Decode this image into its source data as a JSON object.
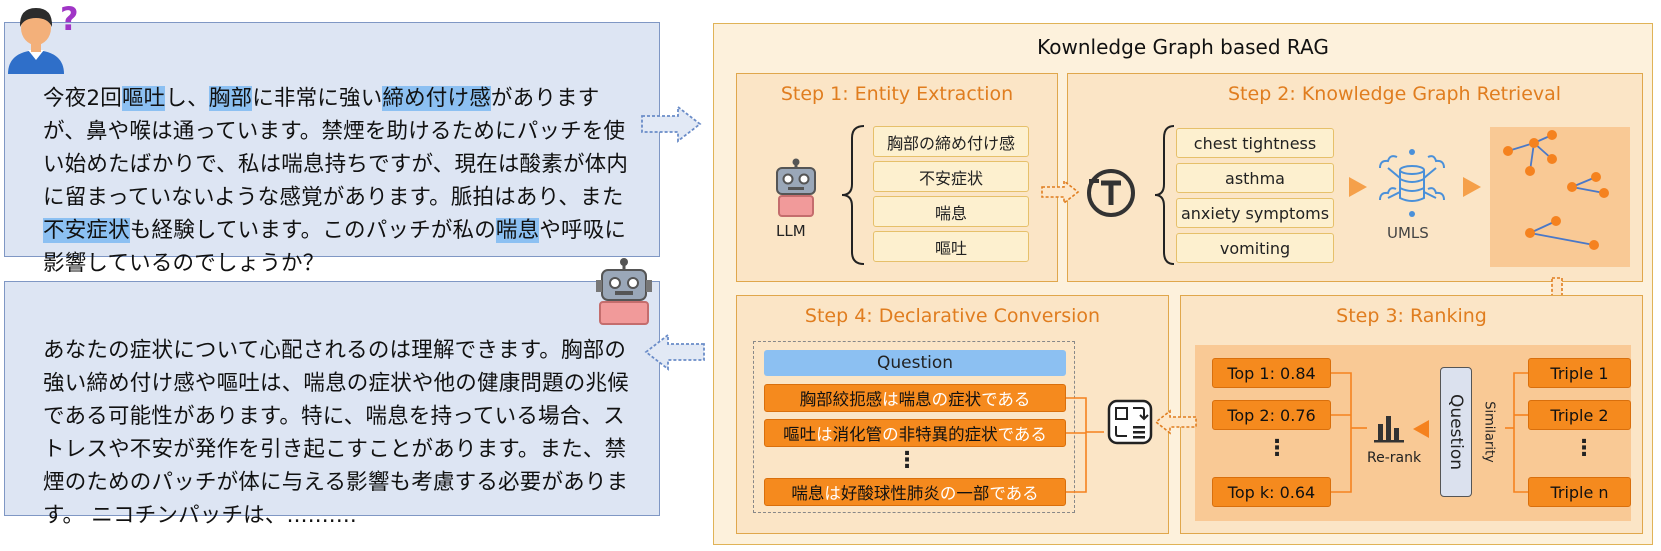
{
  "question": {
    "lines": [
      [
        [
          "今夜2回",
          false
        ],
        [
          "嘔吐",
          true
        ],
        [
          "し、",
          false
        ],
        [
          "胸部",
          true
        ],
        [
          "に非常に強い",
          false
        ],
        [
          "締め付け感",
          true
        ],
        [
          "があります",
          false
        ]
      ],
      [
        [
          "が、鼻や喉は通っています。禁煙を助けるためにパッチを使",
          false
        ]
      ],
      [
        [
          "い始めたばかりで、私は喘息持ちですが、現在は酸素が体内",
          false
        ]
      ],
      [
        [
          "に留まっていないような感覚があります。脈拍はあり、また",
          false
        ]
      ],
      [
        [
          "不安症状",
          true
        ],
        [
          "も経験しています。このパッチが私の",
          false
        ],
        [
          "喘息",
          true
        ],
        [
          "や呼吸に",
          false
        ]
      ],
      [
        [
          "影響しているのでしょうか？",
          false
        ]
      ]
    ]
  },
  "answer": {
    "lines": [
      "あなたの症状について心配されるのは理解できます。胸部の",
      "強い締め付け感や嘔吐は、喘息の症状や他の健康問題の兆候",
      "である可能性があります。特に、喘息を持っている場合、ス",
      "トレスや不安が発作を引き起こすことがあります。また、禁",
      "煙のためのパッチが体に与える影響も考慮する必要がありま",
      "す。 ニコチンパッチは、.........."
    ]
  },
  "title": "Kownledge Graph based RAG",
  "step1": {
    "title": "Step 1: Entity Extraction",
    "llm_label": "LLM",
    "entities": [
      "胸部の締め付け感",
      "不安症状",
      "喘息",
      "嘔吐"
    ]
  },
  "step2": {
    "title": "Step 2: Knowledge Graph Retrieval",
    "entities": [
      "chest tightness",
      "asthma",
      "anxiety symptoms",
      "vomiting"
    ],
    "db_label": "UMLS"
  },
  "step3": {
    "title": "Step 3: Ranking",
    "tops": [
      "Top 1: 0.84",
      "Top 2: 0.76",
      "⋮",
      "Top k: 0.64"
    ],
    "rerank_label": "Re-rank",
    "question_label": "Question",
    "similarity_label": "Similarity",
    "triples": [
      "Triple 1",
      "Triple 2",
      "⋮",
      "Triple n"
    ]
  },
  "step4": {
    "title": "Step 4: Declarative Conversion",
    "question_label": "Question",
    "statements": [
      [
        [
          "胸部絞扼感",
          false
        ],
        [
          "は",
          true
        ],
        [
          "喘息",
          false
        ],
        [
          "の",
          true
        ],
        [
          "症状",
          false
        ],
        [
          "である",
          true
        ]
      ],
      [
        [
          "嘔吐",
          false
        ],
        [
          "は",
          true
        ],
        [
          "消化管",
          false
        ],
        [
          "の",
          true
        ],
        [
          "非特異的症状",
          false
        ],
        [
          "である",
          true
        ]
      ],
      [
        [
          "⋮",
          false
        ]
      ],
      [
        [
          "喘息",
          false
        ],
        [
          "は",
          true
        ],
        [
          "好酸球性肺炎",
          false
        ],
        [
          "の",
          true
        ],
        [
          "一部",
          false
        ],
        [
          "である",
          true
        ]
      ]
    ]
  },
  "colors": {
    "accent": "#f58a1e",
    "title": "#e07d1f",
    "question_bg": "#dde5f3",
    "step_bg": "#fbe5c6"
  }
}
